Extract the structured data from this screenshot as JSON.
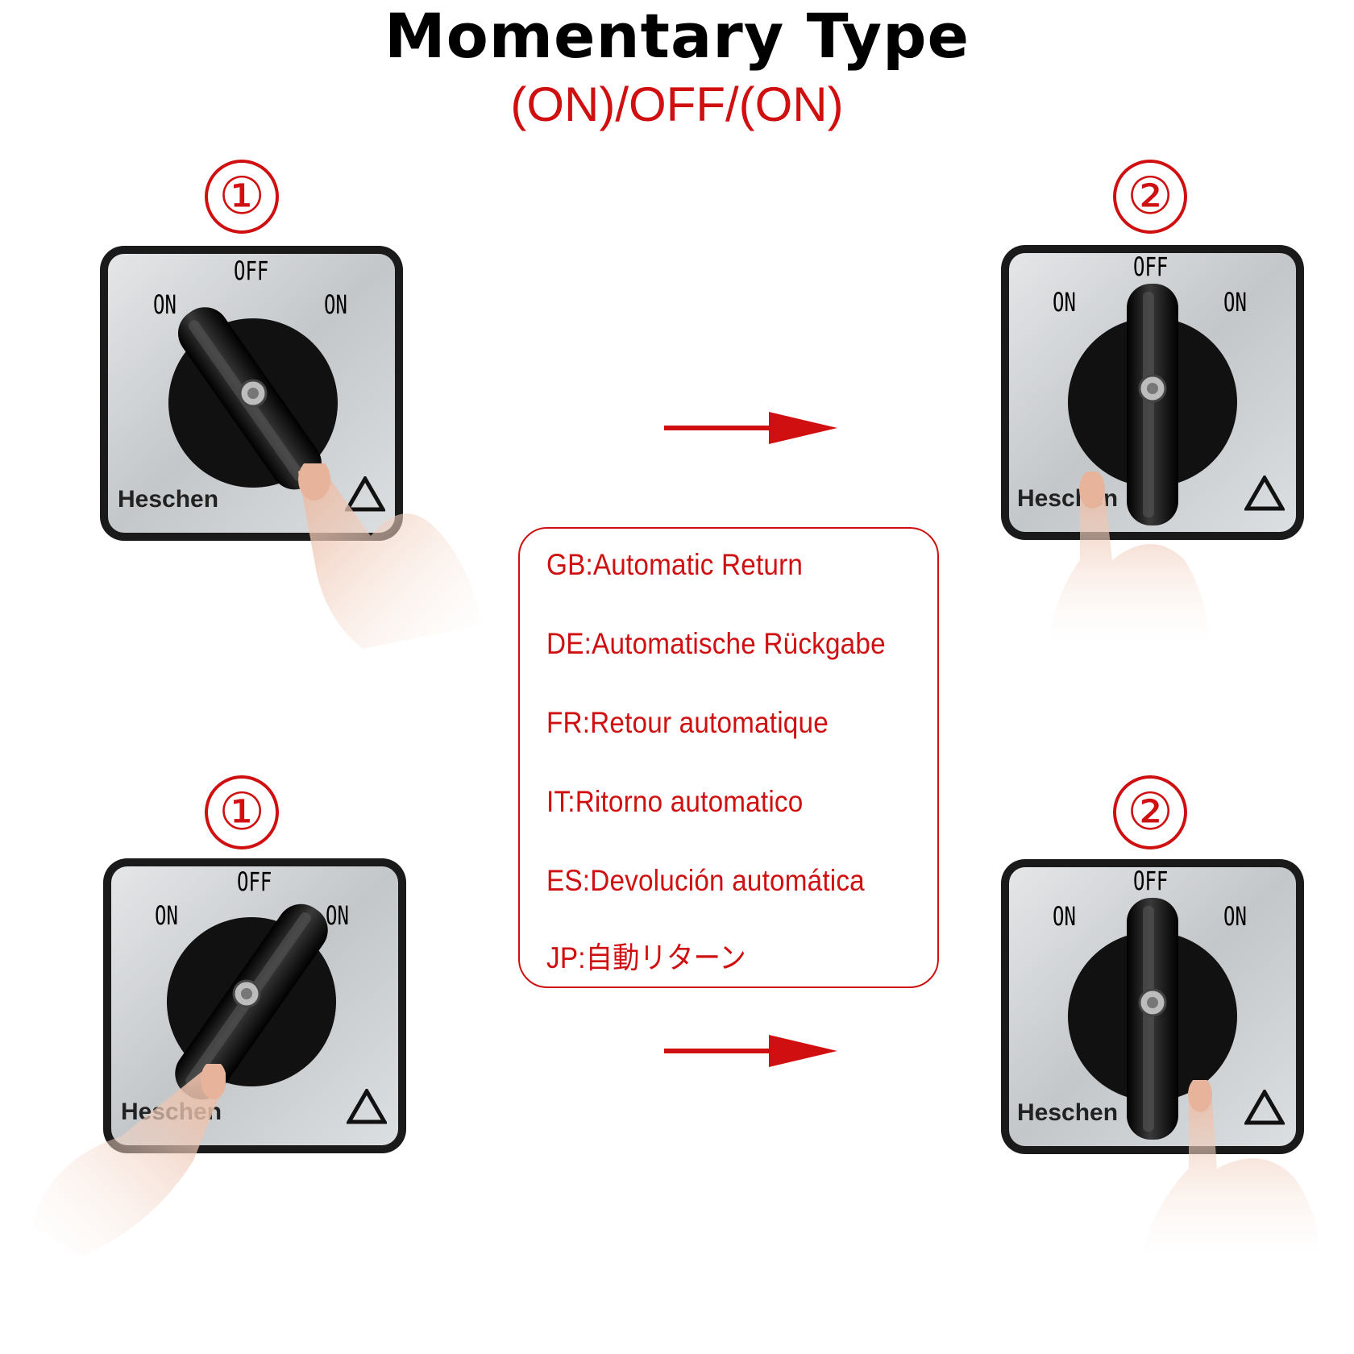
{
  "title": "Momentary Type",
  "subtitle": "(ON)/OFF/(ON)",
  "steps": [
    {
      "marker": "①"
    },
    {
      "marker": "②"
    },
    {
      "marker": "①"
    },
    {
      "marker": "②"
    }
  ],
  "switch_labels": {
    "off": "OFF",
    "on_left": "ON",
    "on_right": "ON",
    "brand": "Heschen"
  },
  "info": [
    {
      "text": "GB:Automatic Return"
    },
    {
      "text": "DE:Automatische Rückgabe"
    },
    {
      "text": "FR:Retour automatique"
    },
    {
      "text": "IT:Ritorno automatico"
    },
    {
      "text": "ES:Devolución automática"
    },
    {
      "text": "JP:自動リターン"
    }
  ],
  "colors": {
    "accent": "#d01010",
    "plate": "#cfd2d4",
    "frame": "#1a1a1a",
    "knob": "#111111"
  },
  "icons": {
    "arrow": "arrow-right-icon",
    "logo": "triangle-logo-icon",
    "hand": "pointing-hand-icon"
  }
}
